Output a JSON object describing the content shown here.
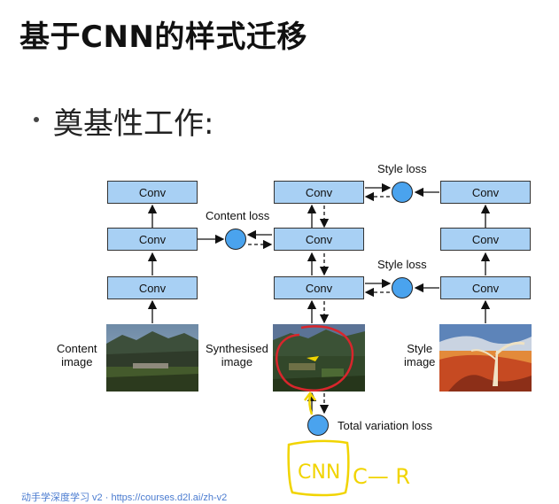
{
  "slide": {
    "title": "基于CNN的样式迁移",
    "bullet": "奠基性工作:"
  },
  "diagram": {
    "conv_label": "Conv",
    "content_loss": "Content loss",
    "style_loss_top": "Style loss",
    "style_loss_mid": "Style loss",
    "total_variation_loss": "Total variation loss",
    "content_image_label": "Content\nimage",
    "synthesised_image_label": "Synthesised\nimage",
    "style_image_label": "Style\nimage"
  },
  "annotation": {
    "handwritten_box": "CNN",
    "handwritten_arrow_text": "C— R"
  },
  "footer": {
    "text": "动手学深度学习 v2 · https://courses.d2l.ai/zh-v2"
  },
  "colors": {
    "conv_fill": "#a8d0f4",
    "loss_fill": "#4aa3ee",
    "handwriting_red": "#d8262c",
    "handwriting_yellow": "#f1d400"
  }
}
